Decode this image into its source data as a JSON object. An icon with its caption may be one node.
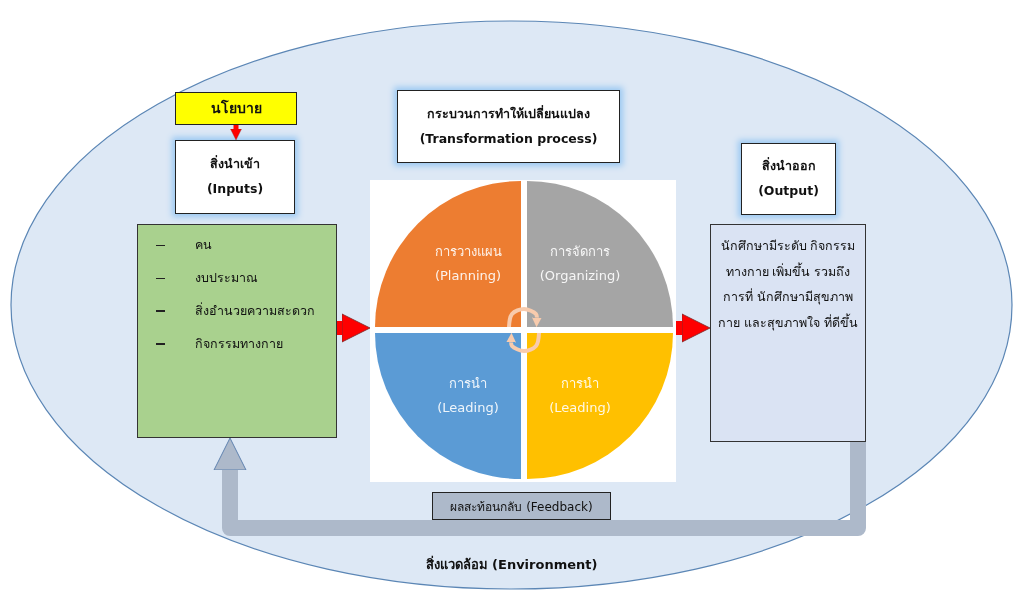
{
  "diagram": {
    "nodes": [
      {
        "text": [
          "สิ่งแวดล้อม (Environment)"
        ]
      },
      {
        "text": [
          "นโยบาย"
        ],
        "in": 0
      },
      {
        "text": [
          "สิ่งนำเข้า",
          "(Inputs)"
        ],
        "in": 0
      },
      {
        "text": [
          "คน",
          "งบประมาณ",
          "สิ่งอำนวยความสะดวก",
          "กิจกรรมทางกาย"
        ],
        "in": 0
      },
      {
        "text": [
          "กระบวนการทำให้เปลี่ยนแปลง",
          "(Transformation process)"
        ],
        "in": 0
      },
      {
        "text": [],
        "shape": "box",
        "in": 0
      },
      {
        "text": [
          "การวางแผน",
          "(Planning)"
        ],
        "in": 5
      },
      {
        "text": [
          "การจัดการ",
          "(Organizing)"
        ],
        "in": 5
      },
      {
        "text": [
          "การนำ",
          "(Leading)"
        ],
        "in": 5
      },
      {
        "text": [
          "การนำ",
          "(Leading)"
        ],
        "in": 5
      },
      {
        "text": [
          "สิ่งนำออก",
          "(Output)"
        ],
        "in": 0
      },
      {
        "text": [
          "นักศึกษามีระดับ กิจกรรมทางกาย เพิ่มขึ้น รวมถึงการที่ นักศึกษามีสุขภาพกาย และสุขภาพใจ ที่ดีขึ้น"
        ],
        "in": 0
      }
    ],
    "edges": [
      {
        "from": 1,
        "to": 2,
        "arrow": "to"
      },
      {
        "from": 3,
        "to": 5,
        "arrow": "to",
        "style": "thick"
      },
      {
        "from": 5,
        "to": 11,
        "arrow": "to",
        "style": "thick"
      },
      {
        "from": 11,
        "to": 3,
        "arrow": "to",
        "style": "thick",
        "label": "ผลสะท้อนกลับ (Feedback)",
        "color": "#adb9ca"
      },
      {
        "from": 6,
        "to": 7,
        "arrow": "to",
        "color": "#f8cbad"
      },
      {
        "from": 9,
        "to": 8,
        "arrow": "to",
        "color": "#f8cbad"
      }
    ]
  }
}
